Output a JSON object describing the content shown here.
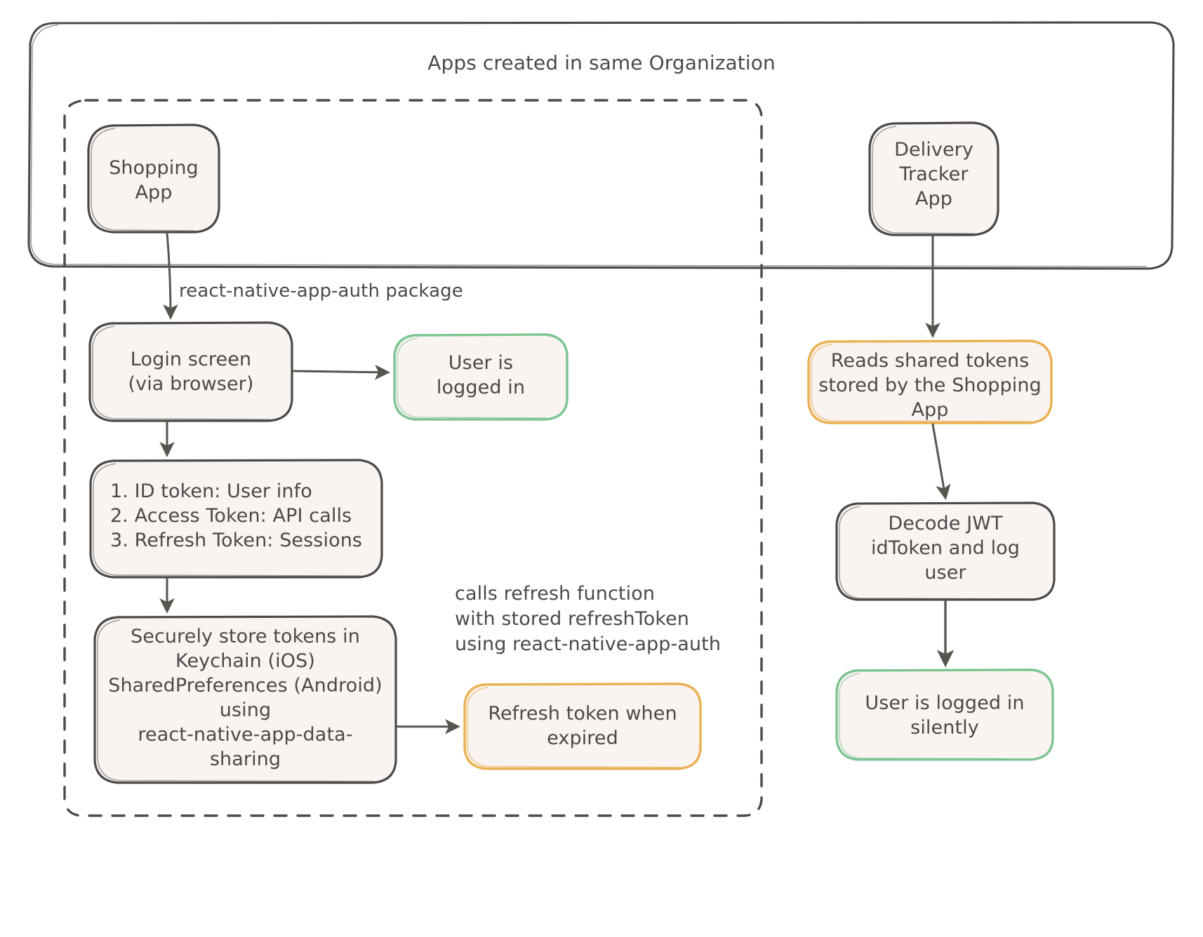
{
  "diagram": {
    "title": "Apps created in same Organization",
    "colors": {
      "stroke": "#4a4a48",
      "node_fill": "#f9f3f1",
      "green": "#7ec492",
      "orange": "#eab152",
      "text": "#4a4a48",
      "background": "#ffffff"
    },
    "groups": [
      {
        "name": "org-boundary",
        "label": "Apps created in same Organization",
        "style": "solid"
      },
      {
        "name": "shopping-app-scope",
        "label": "",
        "style": "dashed"
      }
    ],
    "nodes": [
      {
        "id": "shopping-app",
        "label": "Shopping\nApp",
        "color": "stroke"
      },
      {
        "id": "delivery-tracker-app",
        "label": "Delivery\nTracker\nApp",
        "color": "stroke"
      },
      {
        "id": "login-screen",
        "label": "Login screen\n(via browser)",
        "color": "stroke"
      },
      {
        "id": "user-logged-in",
        "label": "User is\nlogged in",
        "color": "green"
      },
      {
        "id": "tokens-list",
        "label": "1. ID token: User info\n2. Access Token: API calls\n3. Refresh Token: Sessions",
        "color": "stroke"
      },
      {
        "id": "securely-store-tokens",
        "label": "Securely store tokens in\nKeychain (iOS)\nSharedPreferences (Android)\nusing\nreact-native-app-data-\nsharing",
        "color": "stroke"
      },
      {
        "id": "refresh-token-expired",
        "label": "Refresh token when\nexpired",
        "color": "orange"
      },
      {
        "id": "reads-shared-tokens",
        "label": "Reads shared tokens\nstored by the Shopping\nApp",
        "color": "orange"
      },
      {
        "id": "decode-jwt",
        "label": "Decode JWT\nidToken and log\nuser",
        "color": "stroke"
      },
      {
        "id": "user-logged-in-silently",
        "label": "User is logged in\nsilently",
        "color": "green"
      }
    ],
    "edges": [
      {
        "id": "shopping-to-login",
        "from": "shopping-app",
        "to": "login-screen",
        "label": "react-native-app-auth package"
      },
      {
        "id": "login-to-userloggedin",
        "from": "login-screen",
        "to": "user-logged-in",
        "label": ""
      },
      {
        "id": "login-to-tokens",
        "from": "login-screen",
        "to": "tokens-list",
        "label": ""
      },
      {
        "id": "tokens-to-store",
        "from": "tokens-list",
        "to": "securely-store-tokens",
        "label": ""
      },
      {
        "id": "store-to-refresh",
        "from": "securely-store-tokens",
        "to": "refresh-token-expired",
        "label": ""
      },
      {
        "id": "delivery-to-reads",
        "from": "delivery-tracker-app",
        "to": "reads-shared-tokens",
        "label": ""
      },
      {
        "id": "reads-to-decode",
        "from": "reads-shared-tokens",
        "to": "decode-jwt",
        "label": ""
      },
      {
        "id": "decode-to-silent",
        "from": "decode-jwt",
        "to": "user-logged-in-silently",
        "label": ""
      }
    ],
    "free_texts": [
      {
        "id": "refresh-note",
        "text": "calls refresh function\nwith stored refreshToken\nusing react-native-app-auth"
      }
    ]
  }
}
